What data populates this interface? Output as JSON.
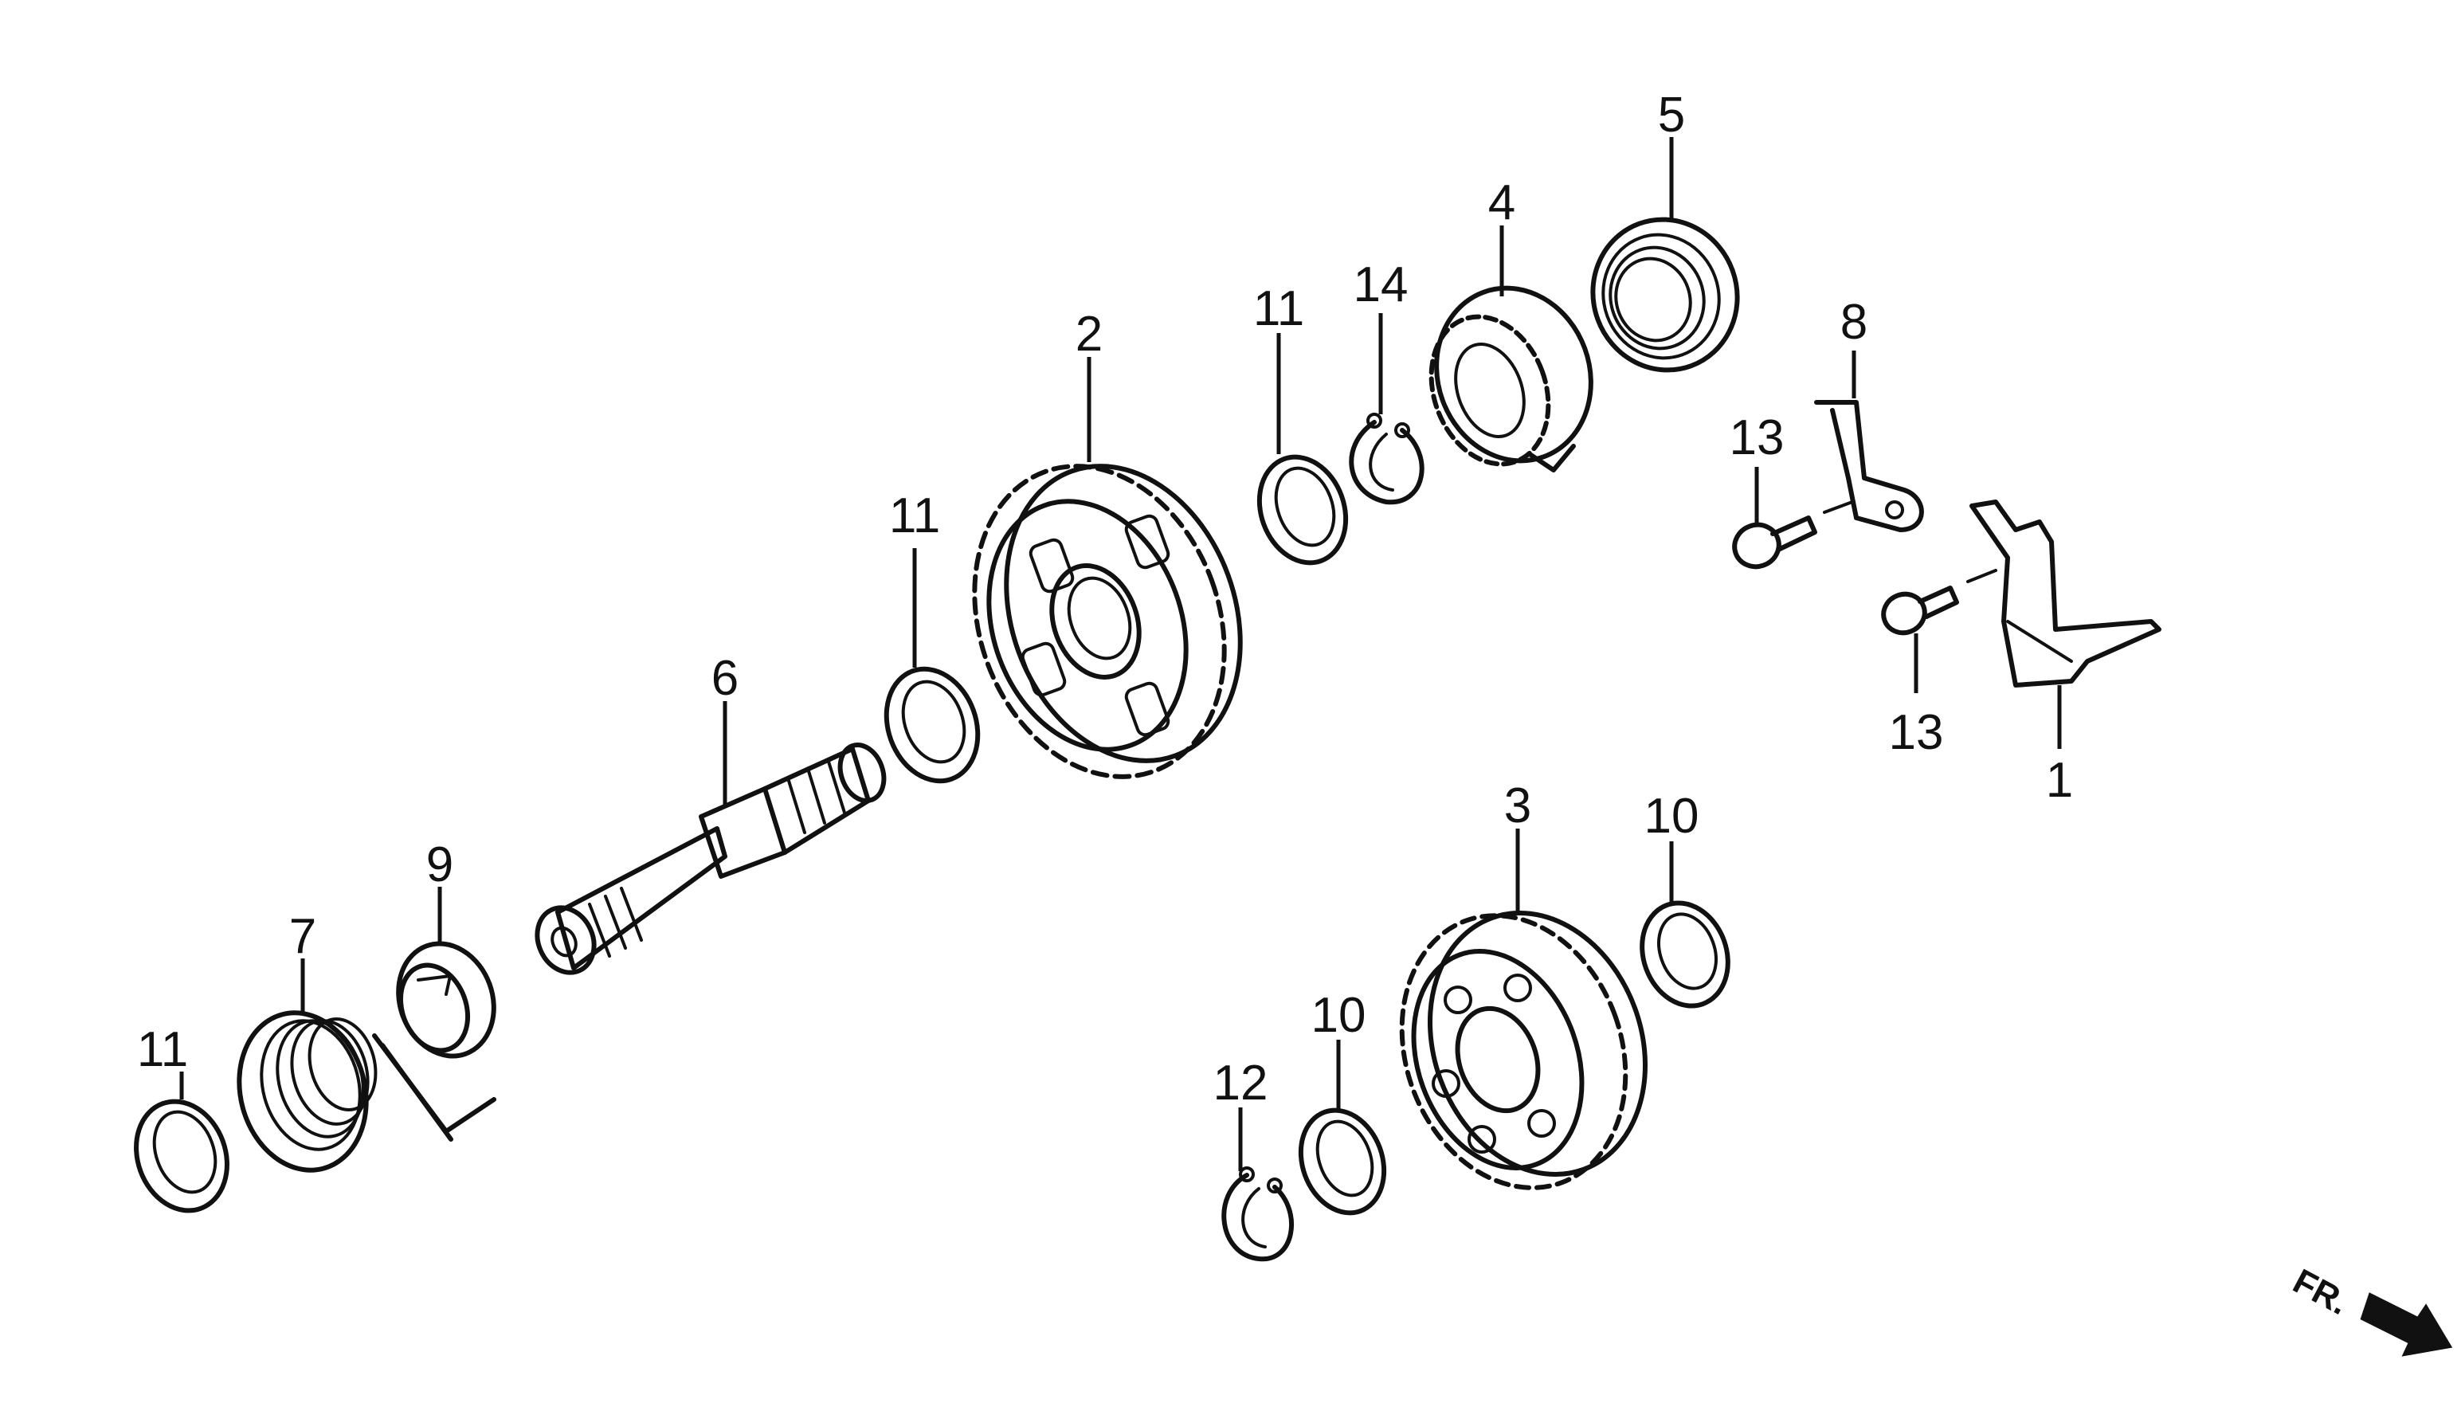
{
  "callouts": [
    {
      "id": "1",
      "label": "1"
    },
    {
      "id": "2",
      "label": "2"
    },
    {
      "id": "3",
      "label": "3"
    },
    {
      "id": "4",
      "label": "4"
    },
    {
      "id": "5",
      "label": "5"
    },
    {
      "id": "6",
      "label": "6"
    },
    {
      "id": "7",
      "label": "7"
    },
    {
      "id": "8",
      "label": "8"
    },
    {
      "id": "9",
      "label": "9"
    },
    {
      "id": "10a",
      "label": "10"
    },
    {
      "id": "10b",
      "label": "10"
    },
    {
      "id": "11a",
      "label": "11"
    },
    {
      "id": "11b",
      "label": "11"
    },
    {
      "id": "11c",
      "label": "11"
    },
    {
      "id": "12",
      "label": "12"
    },
    {
      "id": "13a",
      "label": "13"
    },
    {
      "id": "13b",
      "label": "13"
    },
    {
      "id": "14",
      "label": "14"
    }
  ],
  "direction_marker": {
    "label": "FR.",
    "icon": "arrow-right-down-icon"
  }
}
